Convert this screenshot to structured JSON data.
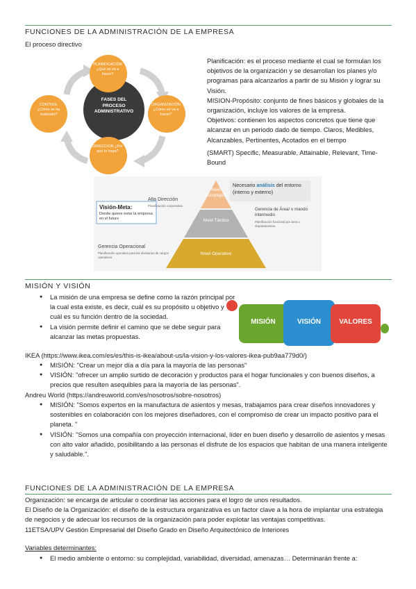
{
  "section1": {
    "title": "FUNCIONES DE LA ADMINISTRACIÓN DE LA EMPRESA",
    "subtitle": "El proceso directivo",
    "cycle": {
      "center": "FASES DEL PROCESO ADMINISTRATIVO",
      "planificacion": "PLANIFICACIÓN ¿Qué se va a hacer?",
      "organizacion": "ORGANIZACIÓN ¿Cómo se va a hacer?",
      "direccion": "DIRECCIÓN ¿Por qué lo haga?",
      "control": "CONTROL ¿Cómo se ha realizado?"
    },
    "p1": "Planificación: es el proceso mediante el cual se formulan los objetivos de la organización y se desarrollan los planes y/o programas para alcanzarlos a partir de su Misión y lograr su Visión.",
    "p2": "MISION-Propósito: conjunto de fines básicos y globales de la organización, incluye los valores de la empresa.",
    "p3": "Objetivos: contienen los aspectos concretos que tiene que alcanzar en un periodo dado de tiempo. Claros, Medibles, Alcanzables, Pertinentes, Acotados en el tiempo",
    "p4": "(SMART) Specific, Measurable, Attainable, Relevant, Time-Bound",
    "pyramid": {
      "top": "Nivel Estratégico",
      "mid": "Nivel Táctico",
      "bottom": "Nivel Operativo",
      "alta": "Alta Dirección",
      "alta_sub": "Planificación corporativa",
      "vision_title": "Visión-Meta:",
      "vision_text": "Donde quiere estar la empresa en el futuro",
      "necesario_a": "Necesario ",
      "necesario_b": "análisis",
      "necesario_c": " del entorno (interno y externo)",
      "gerencia_area": "Gerencia de Área/ o mando intermedio",
      "gerencia_area_sub": "Planificación funcional por área o departamentos",
      "gerencia_op": "Gerencia Operacional",
      "gerencia_op_sub": "Planificación operativa para las divisiones de cargos operativos"
    }
  },
  "section2": {
    "title": "MISIÓN Y VISIÓN",
    "b1": "La misión de una empresa se define como la razón principal por la cual esta existe, es decir, cuál es su propósito u objetivo y cuál es su función dentro de la sociedad.",
    "b2": "La visión permite definir el camino que se debe seguir para alcanzar las metas propuestas.",
    "puzzle": {
      "mision": "MISIÓN",
      "vision": "VISIÓN",
      "valores": "VALORES"
    },
    "ikea": "IKEA (https://www.ikea.com/es/es/this-is-ikea/about-us/la-vision-y-los-valores-ikea-pub9aa779d0/)",
    "ikea_m": "MISIÓN: \"Crear un mejor día a día para la mayoría de las personas\"",
    "ikea_v": "VISIÓN: \"ofrecer un amplio surtido de decoración y productos para el hogar funcionales y con buenos diseños, a precios que resulten asequibles para la mayoría de las personas\".",
    "andreu": "Andreu World (https://andreuworld.com/es/nosotros/sobre-nosotros)",
    "andreu_m": "MISIÓN: \"Somos expertos en la manufactura de asientos y mesas, trabajamos para crear diseños innovadores y sostenibles en colaboración con los mejores diseñadores, con el compromiso de crear un impacto positivo para el planeta. \"",
    "andreu_v": "VISIÓN: \"Somos una compañía con proyección internacional, líder en buen diseño y desarrollo de asientos y mesas con alto valor añadido, posibilitando a las personas el disfrute de los espacios que habitan de una manera inteligente y saludable.\"."
  },
  "section3": {
    "title": "FUNCIONES DE LA ADMINISTRACIÓN DE LA EMPRESA",
    "l1": "Organización: se encarga de articular o coordinar las acciones para el logro de unos resultados.",
    "l2": "El Diseño de la Organización: el diseño de la estructura organizativa es un factor clave a la hora de implantar una estrategia de negocios y de adecuar los recursos de la organización para poder explotar las ventajas competitivas.",
    "l3": "11ETSA/UPV Gestión Empresarial del Diseño Grado en Diseño Arquitectónico de Interiores",
    "variables": "Variables determinantes:",
    "vb1": "El medio ambiente o entorno: su complejidad, variabilidad, diversidad, amenazas… Determinarán frente a:"
  }
}
